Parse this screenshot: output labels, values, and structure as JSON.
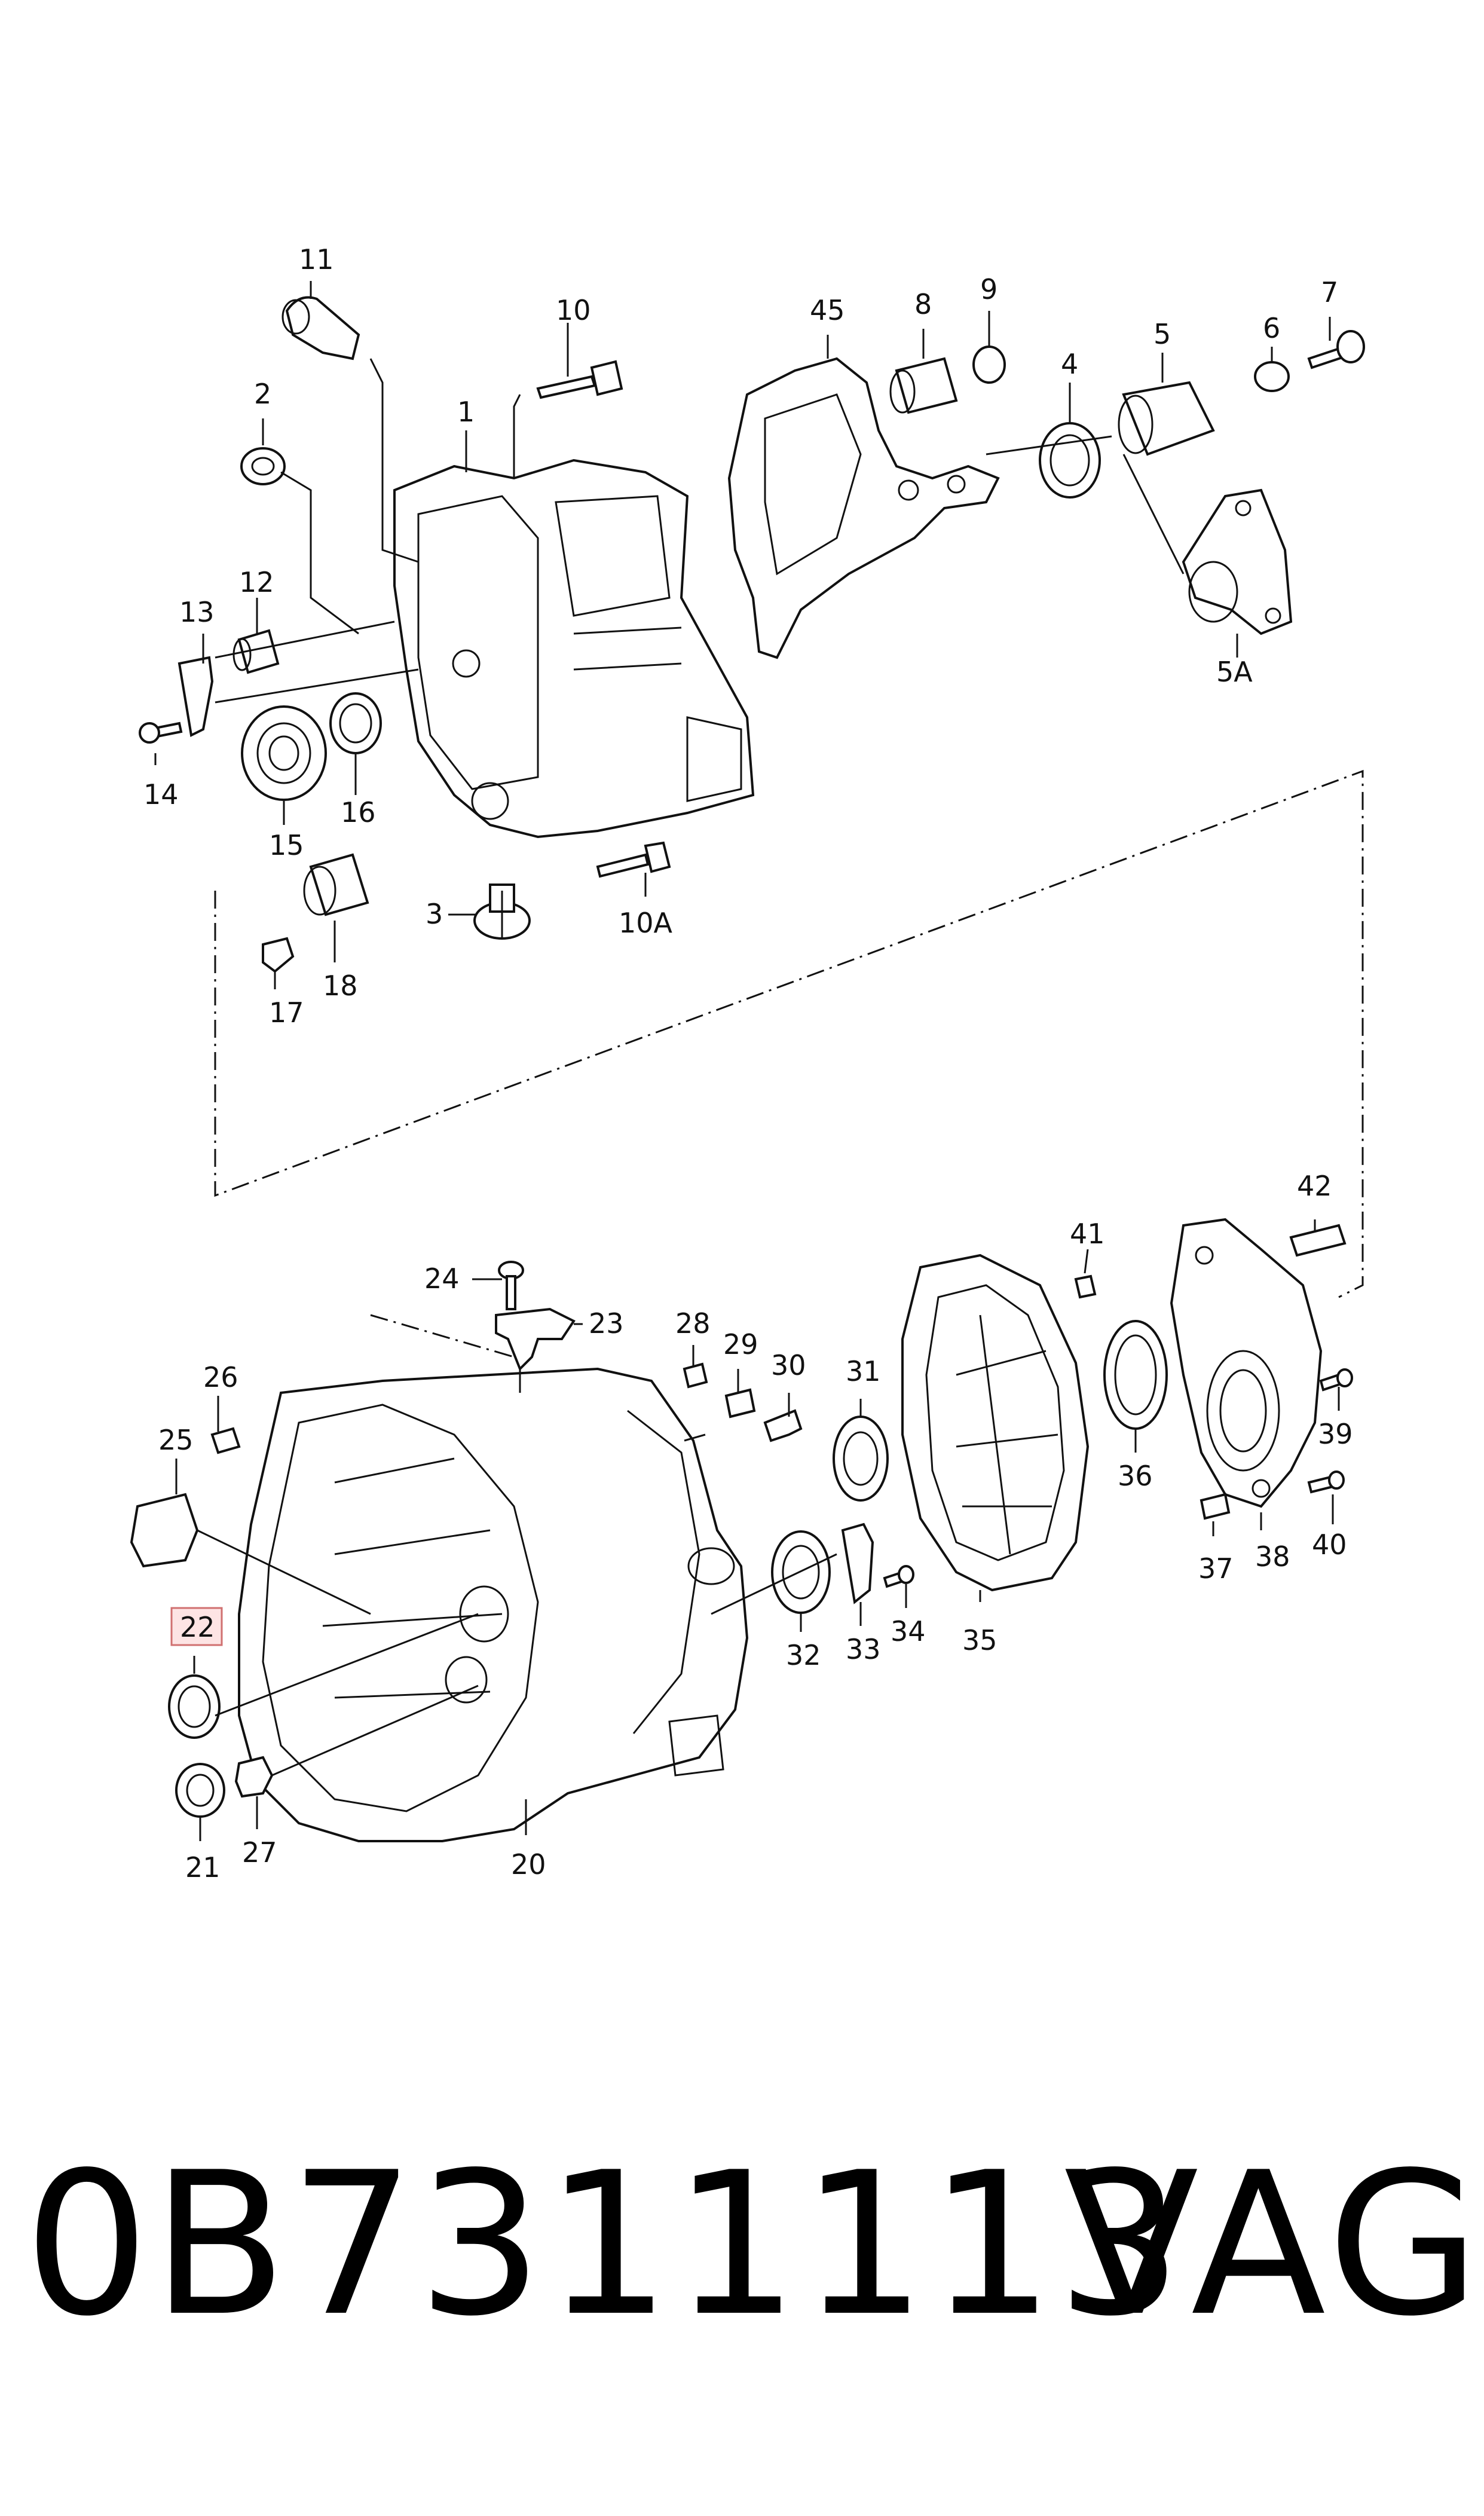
{
  "callouts": {
    "c1": "1",
    "c2": "2",
    "c3": "3",
    "c4": "4",
    "c5": "5",
    "c5a": "5A",
    "c6": "6",
    "c7": "7",
    "c8": "8",
    "c9": "9",
    "c10": "10",
    "c10a": "10A",
    "c11": "11",
    "c12": "12",
    "c13": "13",
    "c14": "14",
    "c15": "15",
    "c16": "16",
    "c17": "17",
    "c18": "18",
    "c20": "20",
    "c21": "21",
    "c22": "22",
    "c23": "23",
    "c24": "24",
    "c25": "25",
    "c26": "26",
    "c27": "27",
    "c28": "28",
    "c29": "29",
    "c30": "30",
    "c31": "31",
    "c32": "32",
    "c33": "33",
    "c34": "34",
    "c35": "35",
    "c36": "36",
    "c37": "37",
    "c38": "38",
    "c39": "39",
    "c40": "40",
    "c41": "41",
    "c42": "42",
    "c45": "45"
  },
  "highlighted_callout": "22",
  "highlight_color": "#fde4e4",
  "footer": {
    "part_number": "0B7311113",
    "brand": "VAG"
  }
}
